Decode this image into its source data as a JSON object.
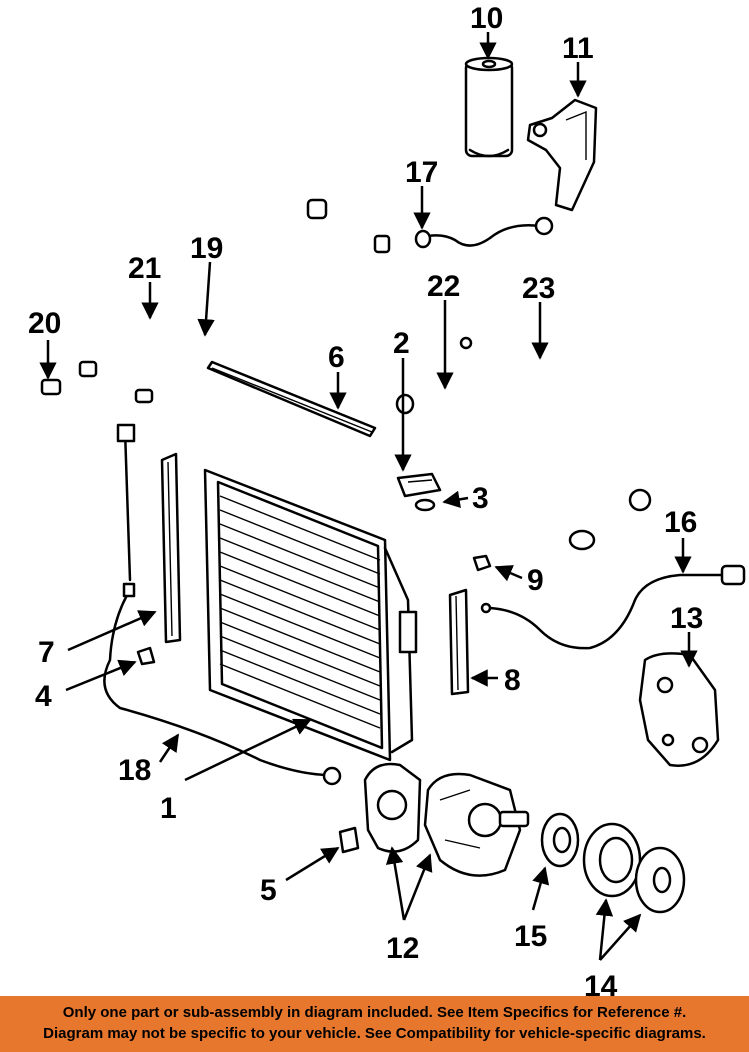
{
  "callouts": {
    "c1": "1",
    "c2": "2",
    "c3": "3",
    "c4": "4",
    "c5": "5",
    "c6": "6",
    "c7": "7",
    "c8": "8",
    "c9": "9",
    "c10": "10",
    "c11": "11",
    "c12": "12",
    "c13": "13",
    "c14": "14",
    "c15": "15",
    "c16": "16",
    "c17": "17",
    "c18": "18",
    "c19": "19",
    "c20": "20",
    "c21": "21",
    "c22": "22",
    "c23": "23"
  },
  "disclaimer": {
    "line1": "Only one part or sub-assembly in diagram included. See Item Specifics for Reference #.",
    "line2": "Diagram may not be specific to your vehicle. See Compatibility for vehicle-specific diagrams."
  },
  "colors": {
    "banner": "#e8772e",
    "line_art": "#000000",
    "background": "#ffffff"
  }
}
